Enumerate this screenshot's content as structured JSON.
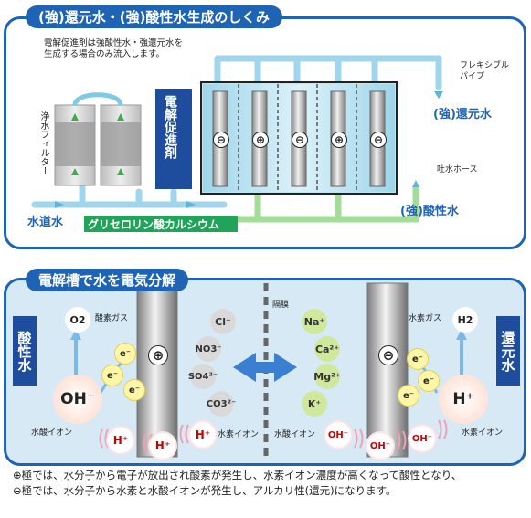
{
  "top": {
    "title": "(強)還元水・(強)酸性水生成のしくみ",
    "note": "電解促進剤は強酸性水・強還元水を\n生成する場合のみ流入します。",
    "filter_label": "浄水フィルター",
    "accelerator_label": "電解促進剤",
    "tap_water_label": "水道水",
    "calcium_label": "グリセロリン酸カルシウム",
    "flex_pipe_label": "フレキシブル\nパイプ",
    "reduced_water_label": "(強)還元水",
    "outlet_hose_label": "吐水ホース",
    "acid_water_label": "(強)酸性水",
    "electrode_signs": [
      "⊖",
      "⊕",
      "⊖",
      "⊕",
      "⊖"
    ]
  },
  "bottom": {
    "title": "電解槽で水を電気分解",
    "acid_side_label": "酸性水",
    "reduced_side_label": "還元水",
    "membrane_label": "隔膜",
    "oxygen_gas_label": "酸素ガス",
    "hydrogen_gas_label": "水素ガス",
    "o2": "O2",
    "h2": "H2",
    "oh_big": "OH⁻",
    "h_big": "H⁺",
    "hydroxide_ion_left": "水酸イオン",
    "hydrogen_ion_left": "水素イオン",
    "hydroxide_ion_right": "水酸イオン",
    "hydrogen_ion_right": "水素イオン",
    "electron": "e⁻",
    "anions": [
      "Cl⁻",
      "NO3⁻",
      "SO4²⁻",
      "CO3²⁻"
    ],
    "cations": [
      "Na⁺",
      "Ca²⁺",
      "Mg²⁺",
      "K⁺"
    ],
    "h_ions": [
      "H⁺",
      "H⁺",
      "H⁺"
    ],
    "oh_ions": [
      "OH⁻",
      "OH⁻",
      "OH⁻"
    ],
    "plus_sign": "⊕",
    "minus_sign": "⊖"
  },
  "caption": {
    "line1": "⊕極では、水分子から電子が放出され酸素が発生し、水素イオン濃度が高くなって酸性となり、",
    "line2": "⊖極では、水分子から水素と水酸イオンが発生し、アルカリ性(還元)になります。"
  },
  "colors": {
    "brand_blue": "#1f63b4",
    "water_light": "#8fd0ea",
    "green_flow": "#8fd48a",
    "calcium_bar": "#22a35a"
  }
}
